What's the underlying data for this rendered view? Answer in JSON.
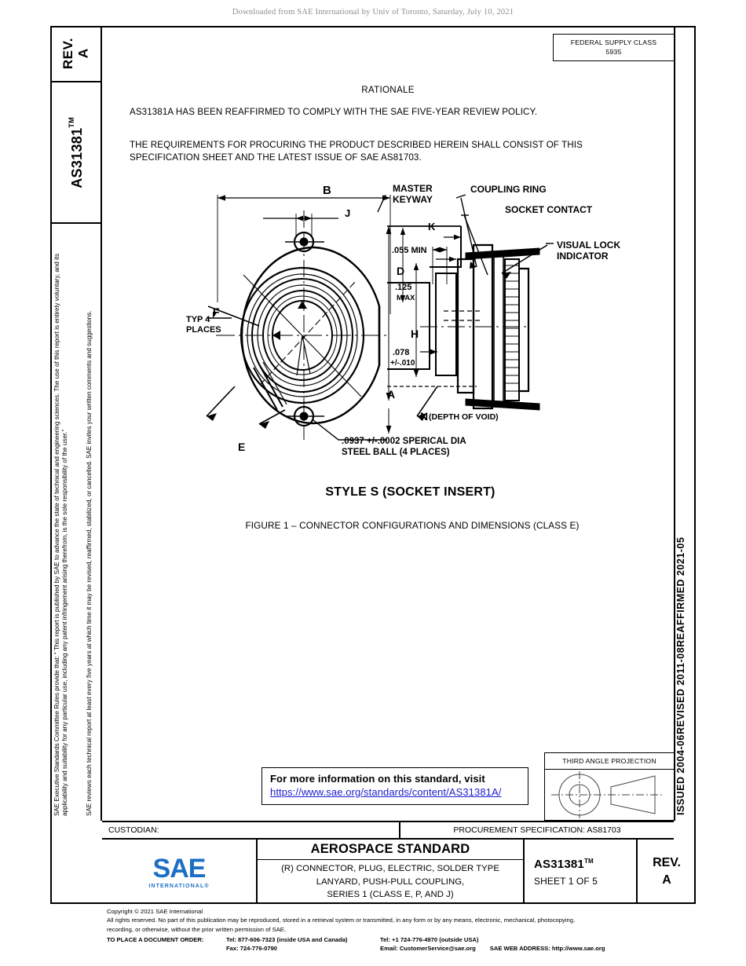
{
  "banner": {
    "text": "Downloaded from SAE International by Univ of Toronto, Saturday, July 10, 2021"
  },
  "left_strip": {
    "rev_label": "REV.",
    "rev_value": "A",
    "standard_number": "AS31381",
    "trademark": "TM",
    "disclaimer_col1": "SAE Executive Standards Committee Rules provide that: “ This report is published by SAE to advance the state of technical and engineering sciences. The use of this report is entirely voluntary, and its applicability and suitability for any particular use, including any patent infringement arising therefrom, is the sole responsibility of the user.”",
    "disclaimer_col2": "SAE reviews each technical report at least every five years at which time it may be revised, reaffirmed, stabilized, or cancelled. SAE invites your written comments and suggestions."
  },
  "right_strip": {
    "issued": "ISSUED 2004-06",
    "revised": "REVISED 2011-08",
    "reaffirmed": "REAFFIRMED 2021-05"
  },
  "federal_supply_class": {
    "label": "FEDERAL SUPPLY CLASS",
    "value": "5935"
  },
  "rationale": {
    "title": "RATIONALE",
    "paragraph1": "AS31381A HAS BEEN REAFFIRMED TO COMPLY WITH THE SAE FIVE-YEAR REVIEW POLICY.",
    "paragraph2": "THE REQUIREMENTS FOR PROCURING THE PRODUCT DESCRIBED HEREIN SHALL CONSIST OF THIS SPECIFICATION SHEET AND THE LATEST ISSUE OF SAE AS81703."
  },
  "figure": {
    "style_title": "STYLE S (SOCKET INSERT)",
    "caption": "FIGURE 1 – CONNECTOR CONFIGURATIONS AND DIMENSIONS (CLASS E)",
    "callouts": {
      "master_keyway_l1": "MASTER",
      "master_keyway_l2": "KEYWAY",
      "coupling_ring": "COUPLING RING",
      "socket_contact": "SOCKET CONTACT",
      "visual_lock_l1": "VISUAL LOCK",
      "visual_lock_l2": "INDICATOR",
      "typ4_l1": "TYP 4",
      "typ4_l2": "PLACES",
      "steel_ball_l1": ".0937  +/-.0002 SPERICAL DIA",
      "steel_ball_l2": "STEEL BALL (4 PLACES)",
      "depth_of_void_letter": "N",
      "depth_of_void_text": "(DEPTH OF VOID)"
    },
    "dimensions": {
      "B": "B",
      "J": "J",
      "F": "F",
      "E": "E",
      "A": "A",
      "D": "D",
      "H": "H",
      "K": "K",
      "min_055": ".055 MIN",
      "max_125_l1": ".125",
      "max_125_l2": "M AX",
      "tol_078_l1": ".078",
      "tol_078_l2": "+/-.010"
    }
  },
  "info_box": {
    "line1": "For more information on this standard, visit",
    "line2": "https://www.sae.org/standards/content/AS31381A/"
  },
  "third_angle": {
    "title": "THIRD ANGLE PROJECTION"
  },
  "custodian_row": {
    "custodian": "CUSTODIAN:",
    "procurement": "PROCUREMENT SPECIFICATION: AS81703"
  },
  "title_block": {
    "logo_text": "SAE",
    "logo_sub": "INTERNATIONAL®",
    "heading": "AEROSPACE STANDARD",
    "desc_line1": "(R) CONNECTOR, PLUG, ELECTRIC, SOLDER TYPE",
    "desc_line2": "LANYARD, PUSH-PULL COUPLING,",
    "desc_line3": "SERIES 1 (CLASS E, P, AND J)",
    "doc_number": "AS31381",
    "doc_number_tm": "TM",
    "sheet": "SHEET 1 OF 5",
    "rev_label": "REV.",
    "rev_value": "A"
  },
  "footer": {
    "copyright": "Copyright © 2021 SAE International",
    "rights_line1": "All rights reserved. No part of this publication may be reproduced, stored in a retrieval system or transmitted, in any form or by any means, electronic, mechanical, photocopying,",
    "rights_line2": "recording, or otherwise, without the prior written permission of SAE.",
    "order_label": "TO PLACE A DOCUMENT ORDER:",
    "tel_inside": "Tel: 877-606-7323 (inside USA and Canada)",
    "tel_outside": "Tel: +1 724-776-4970 (outside USA)",
    "fax": "Fax: 724-776-0790",
    "email": "Email: CustomerService@sae.org",
    "web": "SAE WEB ADDRESS: http://www.sae.org"
  },
  "colors": {
    "link": "#1b1bd0",
    "logo_blue": "#1b6fc4",
    "banner_gray": "#8d8d8d"
  }
}
